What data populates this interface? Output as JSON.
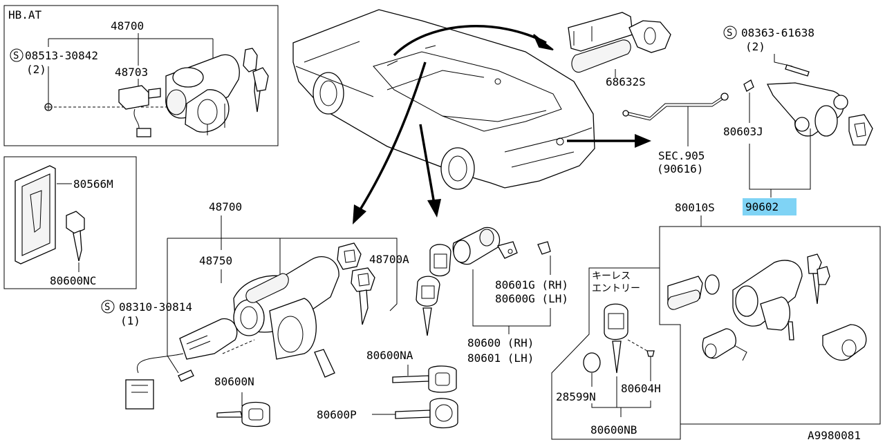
{
  "panels": {
    "hbat": {
      "title": "HB.AT",
      "part_48700": "48700",
      "screw_code": "08513-30842",
      "screw_qty": "(2)",
      "part_48703": "48703"
    },
    "keyholder": {
      "part_80566M": "80566M",
      "part_80600NC": "80600NC"
    },
    "keyless": {
      "title_line1": "キーレス",
      "title_line2": "エントリー",
      "part_28599N": "28599N",
      "part_80604H": "80604H",
      "part_80600NB": "80600NB"
    }
  },
  "labels": {
    "door_handle": "68632S",
    "screw_top_code": "08363-61638",
    "screw_top_qty": "(2)",
    "part_80603J": "80603J",
    "sec_ref": "SEC.905",
    "sec_ref_sub": "(90616)",
    "part_90602": "90602",
    "set_80010S": "80010S",
    "ign_48700": "48700",
    "ign_48750": "48750",
    "ign_48700A": "48700A",
    "ign_screw_code": "08310-30814",
    "ign_screw_qty": "(1)",
    "key_80600N": "80600N",
    "key_80600NA": "80600NA",
    "key_80600P": "80600P",
    "cyl_80601G": "80601G (RH)",
    "cyl_80600G": "80600G (LH)",
    "cyl_80600": "80600 (RH)",
    "cyl_80601": "80601 (LH)",
    "diagram_code": "A9980081"
  },
  "symbols": {
    "screw": "S"
  },
  "colors": {
    "highlight": "#7fd3f5"
  }
}
